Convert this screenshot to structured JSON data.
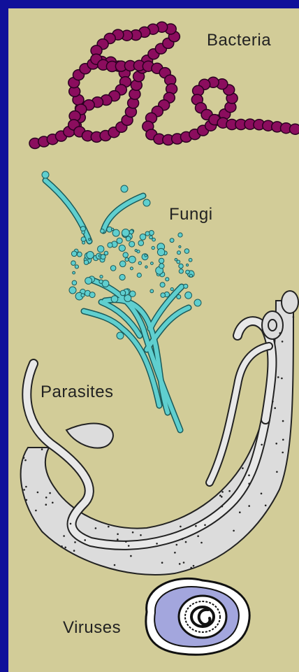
{
  "labels": {
    "bacteria": "Bacteria",
    "fungi": "Fungi",
    "parasites": "Parasites",
    "viruses": "Viruses"
  },
  "colors": {
    "border": "#10109a",
    "background": "#d2cc98",
    "bacteria": "#8b0d5e",
    "fungi": "#5fcfcf",
    "parasite": "#dcdcdc",
    "virus_capsid": "#a3a6dd"
  }
}
